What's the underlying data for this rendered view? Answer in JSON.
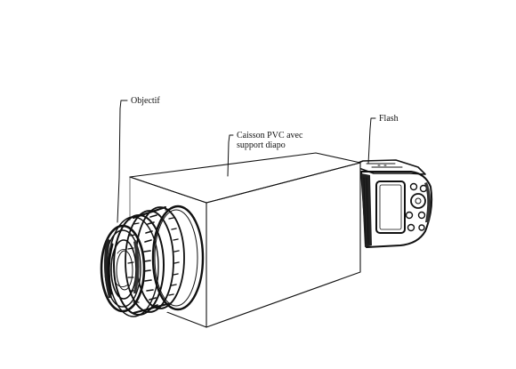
{
  "labels": {
    "objectif": "Objectif",
    "caisson_line1": "Caisson PVC avec",
    "caisson_line2": "support diapo",
    "flash": "Flash"
  },
  "colors": {
    "ink": "#111111",
    "background": "#ffffff"
  }
}
